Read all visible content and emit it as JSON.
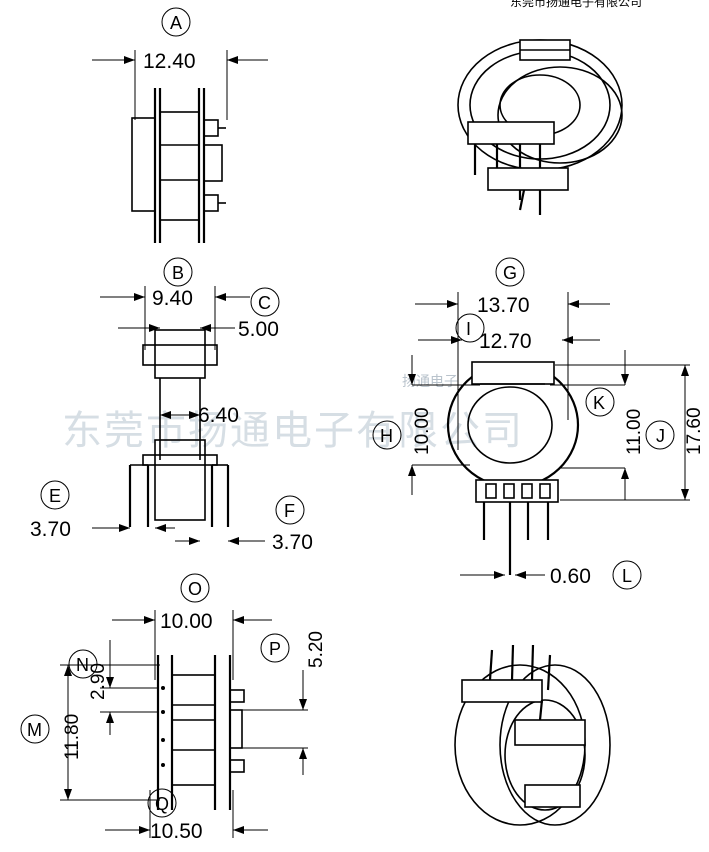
{
  "header_text": "东莞市扬通电子有限公司",
  "watermark": "东莞市扬通电子有限公司",
  "watermark_small": "扬通电子",
  "views": {
    "top_left": {
      "label": "A",
      "dims": [
        {
          "label": "A",
          "value": "12.40"
        }
      ]
    },
    "middle_left": {
      "dims": [
        {
          "label": "B",
          "value": "9.40"
        },
        {
          "label": "C",
          "value": "5.00"
        },
        {
          "label": "",
          "value": "6.40"
        },
        {
          "label": "E",
          "value": "3.70"
        },
        {
          "label": "F",
          "value": "3.70"
        }
      ]
    },
    "middle_right": {
      "dims": [
        {
          "label": "G",
          "value": "13.70"
        },
        {
          "label": "I",
          "value": "12.70"
        },
        {
          "label": "H",
          "value": "10.00"
        },
        {
          "label": "K",
          "value": "11.00"
        },
        {
          "label": "J",
          "value": "17.60"
        },
        {
          "label": "L",
          "value": "0.60"
        }
      ]
    },
    "bottom_left": {
      "dims": [
        {
          "label": "O",
          "value": "10.00"
        },
        {
          "label": "N",
          "value": "2.90"
        },
        {
          "label": "P",
          "value": "5.20"
        },
        {
          "label": "M",
          "value": "11.80"
        },
        {
          "label": "Q",
          "value": "10.50"
        }
      ]
    }
  },
  "colors": {
    "line": "#000000",
    "watermark": "#c9d3dc"
  }
}
